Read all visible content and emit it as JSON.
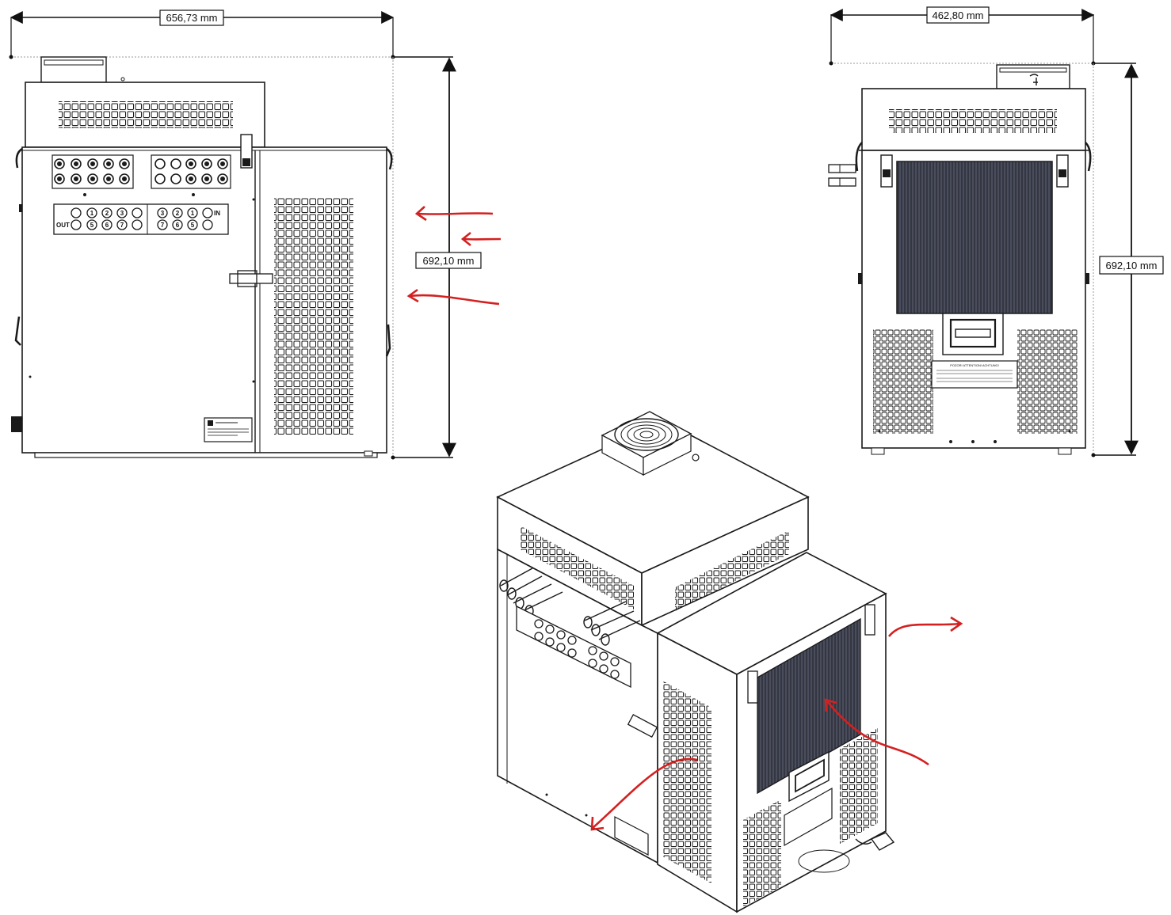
{
  "dimensions": {
    "side_width": "656,73 mm",
    "side_height": "692,10 mm",
    "front_width": "462,80 mm",
    "front_height": "692,10 mm"
  },
  "panel_labels": {
    "out": "OUT",
    "in": "IN",
    "port_numbers_top": [
      "1",
      "2",
      "3"
    ],
    "port_numbers_bottom": [
      "5",
      "6",
      "7"
    ],
    "port_numbers_right_top": [
      "3",
      "2",
      "1"
    ],
    "port_numbers_right_bottom": [
      "7",
      "6",
      "5"
    ]
  },
  "warning_label": "POZOR! ATTENTION! ACHTUNG!",
  "colors": {
    "line": "#1a1a1a",
    "airflow_arrow": "#d42020",
    "condenser": "#3a3d4a",
    "background": "#ffffff"
  }
}
